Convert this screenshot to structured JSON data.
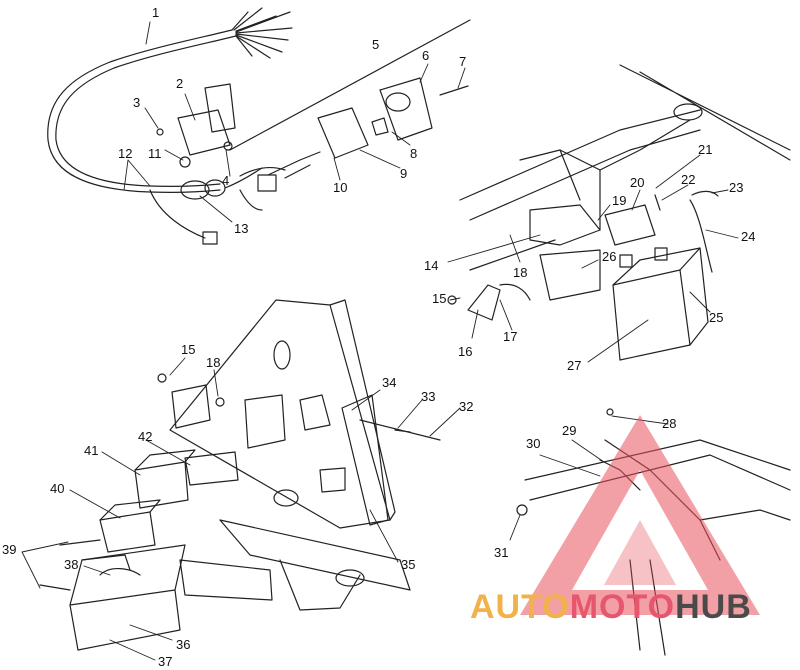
{
  "diagram": {
    "callouts": [
      {
        "id": "c1",
        "label": "1"
      },
      {
        "id": "c2",
        "label": "2"
      },
      {
        "id": "c3",
        "label": "3"
      },
      {
        "id": "c4",
        "label": "4"
      },
      {
        "id": "c5",
        "label": "5"
      },
      {
        "id": "c6",
        "label": "6"
      },
      {
        "id": "c7",
        "label": "7"
      },
      {
        "id": "c8",
        "label": "8"
      },
      {
        "id": "c9",
        "label": "9"
      },
      {
        "id": "c10",
        "label": "10"
      },
      {
        "id": "c11",
        "label": "11"
      },
      {
        "id": "c12",
        "label": "12"
      },
      {
        "id": "c13",
        "label": "13"
      },
      {
        "id": "c14",
        "label": "14"
      },
      {
        "id": "c15a",
        "label": "15"
      },
      {
        "id": "c16",
        "label": "16"
      },
      {
        "id": "c17",
        "label": "17"
      },
      {
        "id": "c18a",
        "label": "18"
      },
      {
        "id": "c19",
        "label": "19"
      },
      {
        "id": "c20",
        "label": "20"
      },
      {
        "id": "c21",
        "label": "21"
      },
      {
        "id": "c22",
        "label": "22"
      },
      {
        "id": "c23",
        "label": "23"
      },
      {
        "id": "c24",
        "label": "24"
      },
      {
        "id": "c25",
        "label": "25"
      },
      {
        "id": "c26",
        "label": "26"
      },
      {
        "id": "c27",
        "label": "27"
      },
      {
        "id": "c15b",
        "label": "15"
      },
      {
        "id": "c18b",
        "label": "18"
      },
      {
        "id": "c28",
        "label": "28"
      },
      {
        "id": "c29",
        "label": "29"
      },
      {
        "id": "c30",
        "label": "30"
      },
      {
        "id": "c31",
        "label": "31"
      },
      {
        "id": "c32",
        "label": "32"
      },
      {
        "id": "c33",
        "label": "33"
      },
      {
        "id": "c34",
        "label": "34"
      },
      {
        "id": "c35",
        "label": "35"
      },
      {
        "id": "c36",
        "label": "36"
      },
      {
        "id": "c37",
        "label": "37"
      },
      {
        "id": "c38",
        "label": "38"
      },
      {
        "id": "c39",
        "label": "39"
      },
      {
        "id": "c40",
        "label": "40"
      },
      {
        "id": "c41",
        "label": "41"
      },
      {
        "id": "c42",
        "label": "42"
      }
    ]
  },
  "watermark": {
    "part1": "AUTO",
    "part2": "MOTO",
    "part3": "HUB",
    "colors": {
      "part1": "#f2b24a",
      "part2": "#e6566c",
      "part3": "#4a4a4a",
      "triangle": "#e8505b"
    }
  }
}
